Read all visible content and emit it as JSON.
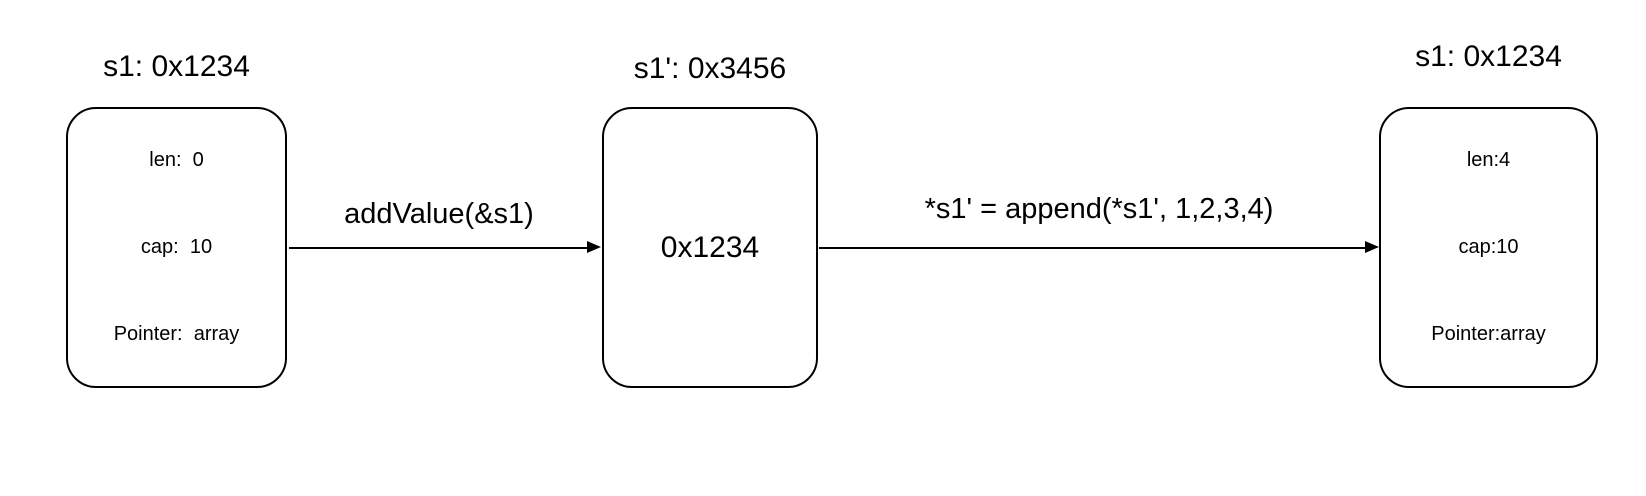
{
  "diagram": {
    "colors": {
      "background": "#ffffff",
      "stroke": "#000000",
      "text": "#000000"
    },
    "nodes": [
      {
        "title": "s1: 0x1234",
        "lines": [
          "len:  0",
          "cap:  10",
          "Pointer:  array"
        ]
      },
      {
        "title": "s1': 0x3456",
        "lines": [
          "0x1234"
        ]
      },
      {
        "title": "s1: 0x1234",
        "lines": [
          "len:4",
          "cap:10",
          "Pointer:array"
        ]
      }
    ],
    "arrows": [
      {
        "label": "addValue(&s1)"
      },
      {
        "label": "*s1' = append(*s1', 1,2,3,4)"
      }
    ]
  }
}
